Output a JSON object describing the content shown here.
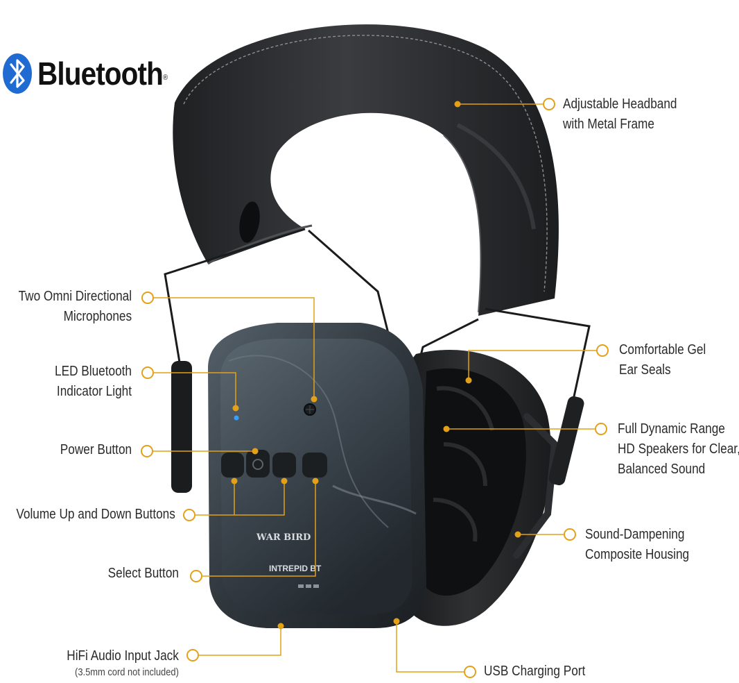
{
  "brand": {
    "name": "Bluetooth",
    "mark": "®"
  },
  "product": {
    "logo_text": "WAR BIRD",
    "model": "INTREPID BT"
  },
  "colors": {
    "accent": "#E3A019",
    "bluetooth_blue": "#1F6BD1",
    "shell": "#3A3F44",
    "band": "#2E2F31"
  },
  "callouts": [
    {
      "id": "headband",
      "lines": [
        "Adjustable Headband",
        "with Metal Frame"
      ]
    },
    {
      "id": "microphones",
      "lines": [
        "Two Omni Directional",
        "Microphones"
      ]
    },
    {
      "id": "ear-seals",
      "lines": [
        "Comfortable Gel",
        "Ear Seals"
      ]
    },
    {
      "id": "led",
      "lines": [
        "LED Bluetooth",
        "Indicator Light"
      ]
    },
    {
      "id": "speakers",
      "lines": [
        "Full Dynamic Range",
        "HD Speakers for Clear,",
        "Balanced Sound"
      ]
    },
    {
      "id": "power",
      "lines": [
        "Power Button"
      ]
    },
    {
      "id": "volume",
      "lines": [
        "Volume Up and Down Buttons"
      ]
    },
    {
      "id": "housing",
      "lines": [
        "Sound-Dampening",
        "Composite Housing"
      ]
    },
    {
      "id": "select",
      "lines": [
        "Select Button"
      ]
    },
    {
      "id": "audio-jack",
      "lines": [
        "HiFi Audio Input Jack"
      ],
      "note": "(3.5mm cord not included)"
    },
    {
      "id": "usb",
      "lines": [
        "USB Charging Port"
      ]
    }
  ]
}
